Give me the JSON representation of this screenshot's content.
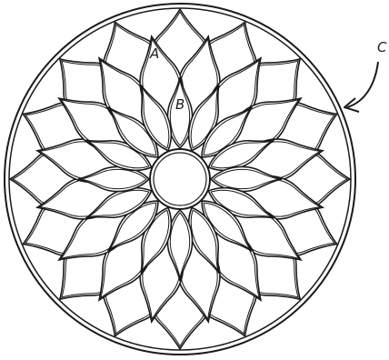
{
  "labels": {
    "a": "A",
    "b": "B",
    "c": "C"
  },
  "style": {
    "stroke_color": "#1a1a1a",
    "fill_color": "#ffffff"
  },
  "pattern": {
    "outer_petal_count": 16,
    "inner_petal_count": 16,
    "center_shape": "circle"
  }
}
